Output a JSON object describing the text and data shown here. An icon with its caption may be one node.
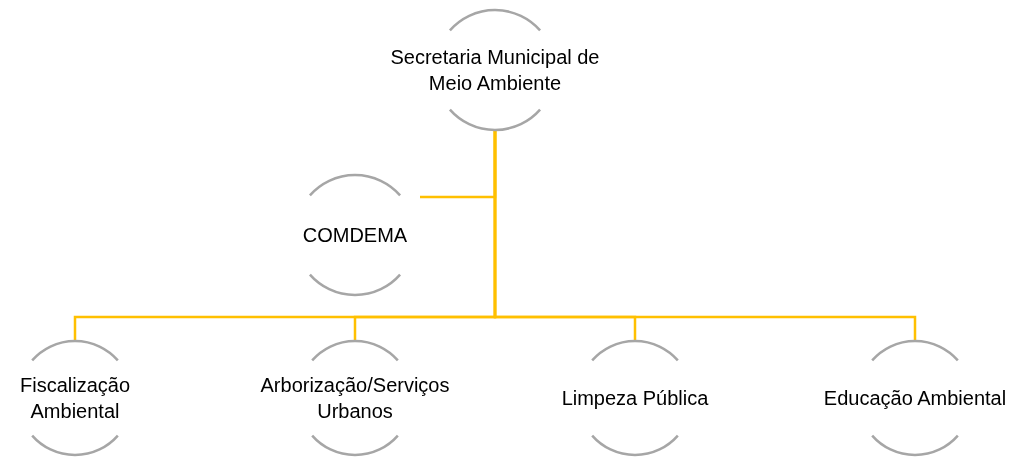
{
  "diagram": {
    "nodes": [
      {
        "text": [
          "Secretaria Municipal de Meio Ambiente"
        ]
      },
      {
        "text": [
          "COMDEMA"
        ]
      },
      {
        "text": [
          "Fiscalização Ambiental"
        ]
      },
      {
        "text": [
          "Arborização/Serviços Urbanos"
        ]
      },
      {
        "text": [
          "Limpeza Pública"
        ]
      },
      {
        "text": [
          "Educação Ambiental"
        ]
      }
    ],
    "edges": [
      {
        "from": 0,
        "to": 1,
        "arrow": "none"
      },
      {
        "from": 0,
        "to": 2,
        "arrow": "none"
      },
      {
        "from": 0,
        "to": 3,
        "arrow": "none"
      },
      {
        "from": 0,
        "to": 4,
        "arrow": "none"
      },
      {
        "from": 0,
        "to": 5,
        "arrow": "none"
      }
    ]
  }
}
